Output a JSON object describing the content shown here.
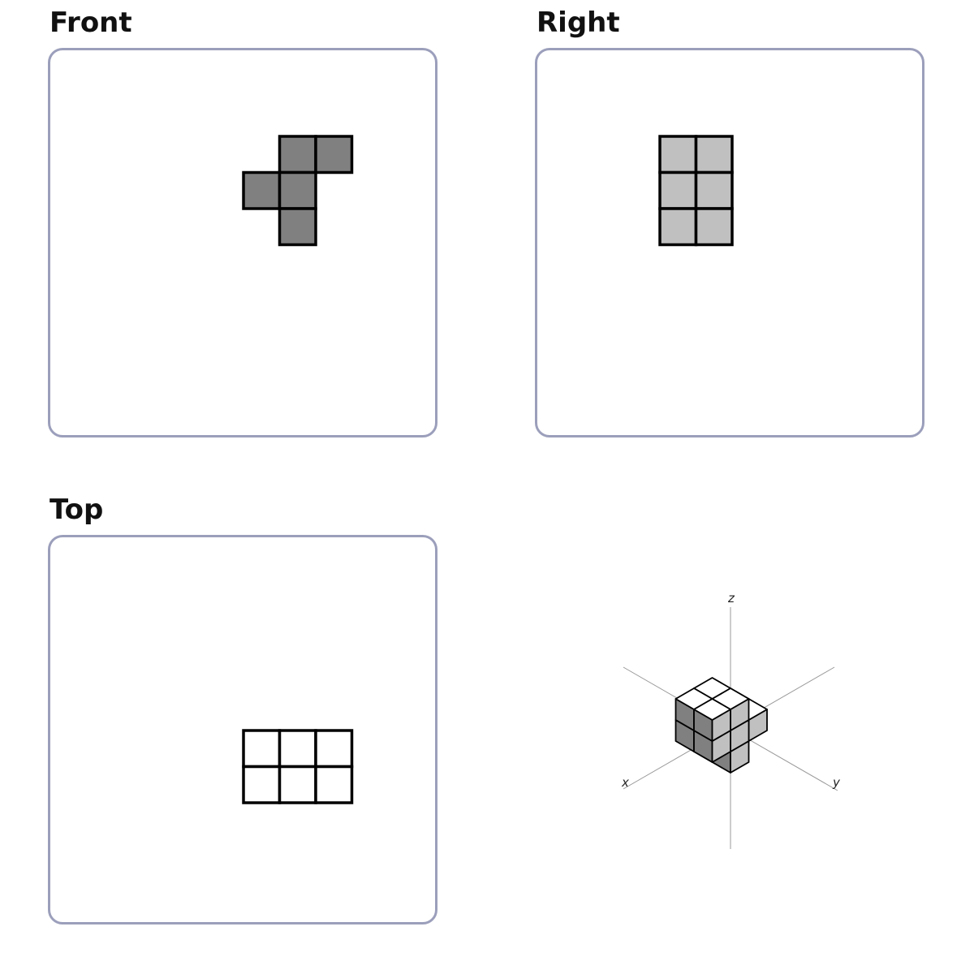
{
  "views": {
    "front": {
      "title": "Front",
      "fill": "#808080",
      "cells": [
        [
          1,
          0
        ],
        [
          2,
          0
        ],
        [
          0,
          1
        ],
        [
          1,
          1
        ],
        [
          1,
          2
        ]
      ]
    },
    "right": {
      "title": "Right",
      "fill": "#c0c0c0",
      "cells": [
        [
          0,
          0
        ],
        [
          1,
          0
        ],
        [
          0,
          1
        ],
        [
          1,
          1
        ],
        [
          0,
          2
        ],
        [
          1,
          2
        ]
      ]
    },
    "top": {
      "title": "Top",
      "fill": "#ffffff",
      "cells": [
        [
          0,
          0
        ],
        [
          1,
          0
        ],
        [
          2,
          0
        ],
        [
          0,
          1
        ],
        [
          1,
          1
        ],
        [
          2,
          1
        ]
      ]
    }
  },
  "isometric": {
    "axis_labels": {
      "x": "x",
      "y": "y",
      "z": "z"
    },
    "cubes": [
      [
        1,
        0,
        0
      ],
      [
        1,
        1,
        0
      ],
      [
        0,
        0,
        1
      ],
      [
        0,
        1,
        1
      ],
      [
        1,
        0,
        1
      ],
      [
        1,
        1,
        1
      ],
      [
        2,
        0,
        1
      ],
      [
        2,
        1,
        1
      ],
      [
        1,
        0,
        2
      ],
      [
        1,
        1,
        2
      ],
      [
        2,
        0,
        2
      ],
      [
        2,
        1,
        2
      ]
    ],
    "face_colors": {
      "top": "#ffffff",
      "front": "#808080",
      "side": "#c0c0c0"
    },
    "stroke": "#000000",
    "axis_color": "#999999"
  },
  "colors": {
    "panel_border": "#9c9fbb",
    "grid_stroke": "#000000"
  }
}
